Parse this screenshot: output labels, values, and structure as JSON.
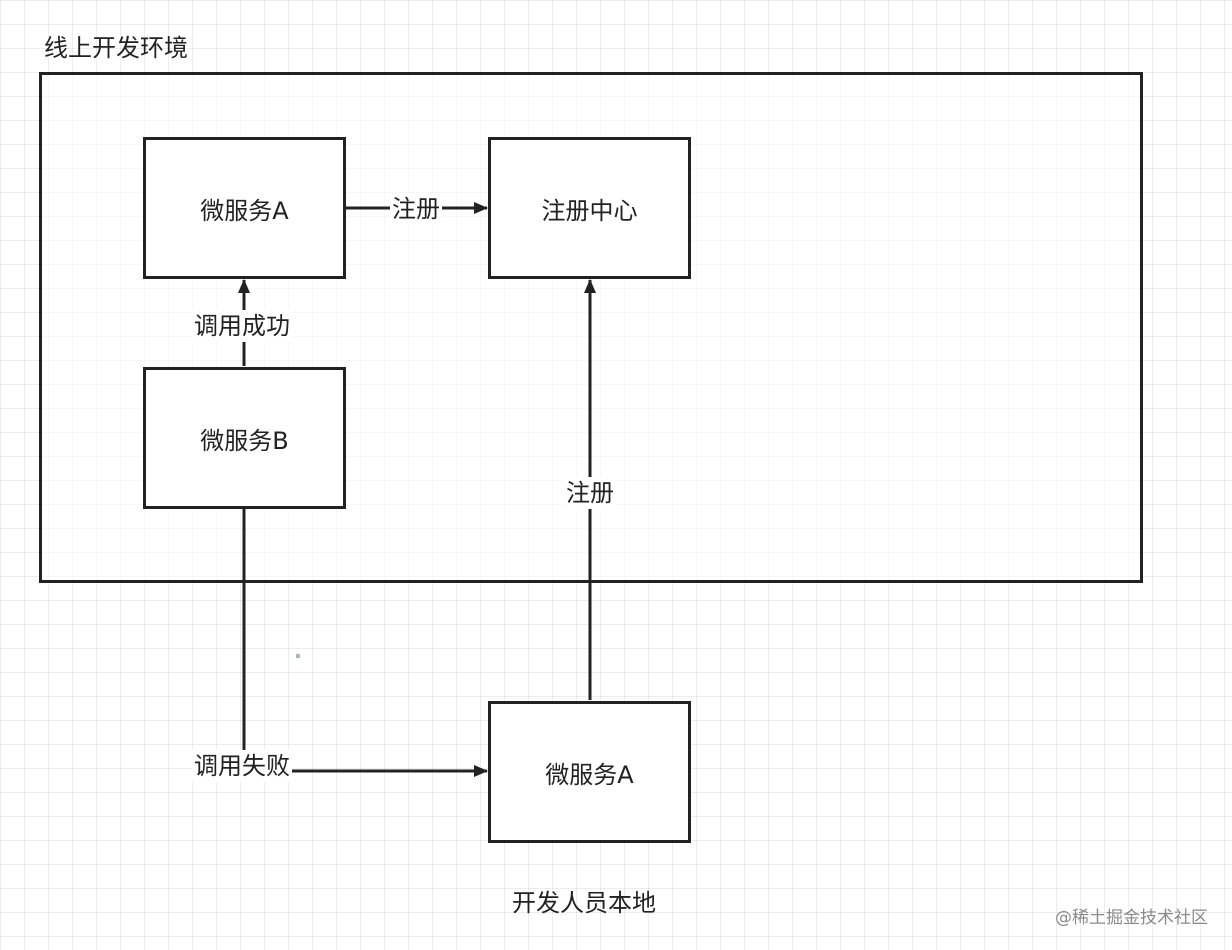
{
  "diagram": {
    "container": {
      "title": "线上开发环境"
    },
    "nodes": {
      "service_a_online": "微服务A",
      "registry": "注册中心",
      "service_b_online": "微服务B",
      "service_a_local": "微服务A"
    },
    "edges": {
      "a_to_registry": "注册",
      "b_to_a": "调用成功",
      "local_to_registry": "注册",
      "b_to_local": "调用失败"
    },
    "footer_label": "开发人员本地"
  },
  "watermark": "@稀土掘金技术社区",
  "colors": {
    "stroke": "#222222",
    "background": "#ffffff",
    "grid": "#e8e8e8",
    "watermark": "#8a8a8a"
  }
}
